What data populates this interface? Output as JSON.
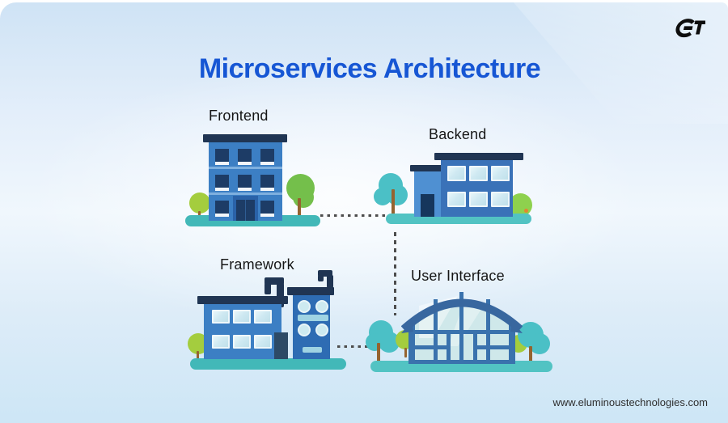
{
  "header": {
    "logo_text": "ET",
    "title": "Microservices Architecture"
  },
  "footer": {
    "website": "www.eluminoustechnologies.com"
  },
  "diagram": {
    "nodes": [
      {
        "id": "frontend",
        "label": "Frontend",
        "illustration": "three-story office building with trees"
      },
      {
        "id": "backend",
        "label": "Backend",
        "illustration": "modern flat-roof building with glass windows and annex"
      },
      {
        "id": "framework",
        "label": "Framework",
        "illustration": "factory building with chimney pipes and porthole windows"
      },
      {
        "id": "user_interface",
        "label": "User Interface",
        "illustration": "arched glass hangar building with trees"
      }
    ],
    "connections": [
      {
        "from": "frontend",
        "to": "backend",
        "style": "dotted-horizontal"
      },
      {
        "from": "backend",
        "to": "user_interface",
        "style": "dashed-vertical"
      },
      {
        "from": "framework",
        "to": "user_interface",
        "style": "dotted-horizontal"
      }
    ]
  },
  "colors": {
    "title-blue": "#1656d4",
    "roof-navy": "#203553",
    "window-navy": "#1d3c66",
    "door-navy": "#16365c",
    "building-blue": "#3c7fc4",
    "building-blue-mid": "#3a72b8",
    "building-blue-dark": "#2e6cb3",
    "annex-blue": "#4f90d2",
    "frame-blue": "#38679f",
    "glass-light": "#cfe9f2",
    "porthole": "#cdeaf0",
    "ground-teal": "#42b8b8",
    "ground-teal-light": "#52c3c3",
    "tree-lime": "#a4cd3e",
    "tree-green": "#74bf4b",
    "tree-teal": "#4bc0c6",
    "bush-green": "#8ed14e",
    "trunk-brown": "#95632f",
    "connector-gray": "#4d4d4d",
    "logo-black": "#0d0d0d"
  }
}
